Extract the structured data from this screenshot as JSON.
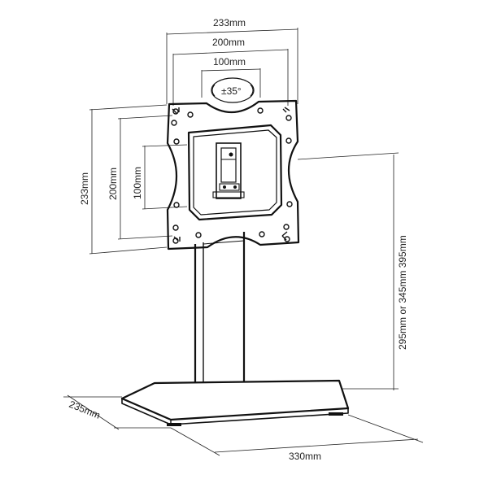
{
  "dimensions": {
    "top_width_233": "233mm",
    "top_width_200": "200mm",
    "top_width_100": "100mm",
    "tilt_angle": "±35°",
    "left_height_233": "233mm",
    "left_height_200": "200mm",
    "left_height_100": "100mm",
    "stand_height": "295mm or 345mm 395mm",
    "base_depth": "235mm",
    "base_width": "330mm"
  },
  "colors": {
    "stroke": "#111111",
    "background": "#ffffff"
  }
}
